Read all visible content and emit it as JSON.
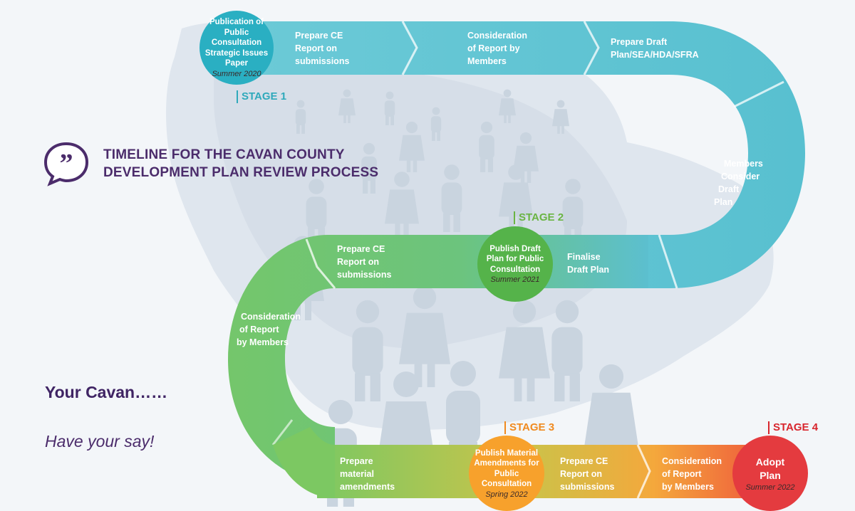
{
  "title": {
    "line1": "TIMELINE FOR THE CAVAN COUNTY",
    "line2": "DEVELOPMENT PLAN REVIEW PROCESS"
  },
  "tagline": {
    "line1": "Your Cavan……",
    "line2": "Have your say!"
  },
  "icons": {
    "quote": "speech-bubble-quote-icon",
    "background": "county-map-with-people-silhouettes"
  },
  "colors": {
    "purple": "#4b2c6b",
    "teal": "#5ec4d3",
    "green": "#6cc46a",
    "orange": "#f6a53a",
    "red": "#e23b3f",
    "stage1": "#2fa9bb",
    "stage2": "#6ab443",
    "stage3": "#f08a1f",
    "stage4": "#d8262d"
  },
  "stages": {
    "s1": "STAGE 1",
    "s2": "STAGE 2",
    "s3": "STAGE 3",
    "s4": "STAGE 4"
  },
  "nodes": {
    "n1": {
      "lines": [
        "Publication of",
        "Public Consultation",
        "Strategic Issues",
        "Paper"
      ],
      "date": "Summer 2020"
    },
    "n2": {
      "lines": [
        "Publish Draft",
        "Plan for Public",
        "Consultation"
      ],
      "date": "Summer 2021"
    },
    "n3": {
      "lines": [
        "Publish Material",
        "Amendments for",
        "Public Consultation"
      ],
      "date": "Spring 2022"
    },
    "n4": {
      "lines": [
        "Adopt",
        "Plan"
      ],
      "date": "Summer 2022"
    }
  },
  "steps": {
    "a1": [
      "Prepare CE",
      "Report on",
      "submissions"
    ],
    "a2": [
      "Consideration",
      "of Report by",
      "Members"
    ],
    "a3": [
      "Prepare Draft",
      "Plan/SEA/HDA/SFRA"
    ],
    "a4": [
      "Members",
      "Consider",
      "Draft",
      "Plan"
    ],
    "b1": [
      "Finalise",
      "Draft Plan"
    ],
    "b2": [
      "Prepare CE",
      "Report on",
      "submissions"
    ],
    "b3": [
      "Consideration",
      "of Report",
      "by Members"
    ],
    "c1": [
      "Prepare",
      "material",
      "amendments"
    ],
    "c2": [
      "Prepare CE",
      "Report on",
      "submissions"
    ],
    "c3": [
      "Consideration",
      "of Report",
      "by Members"
    ]
  }
}
